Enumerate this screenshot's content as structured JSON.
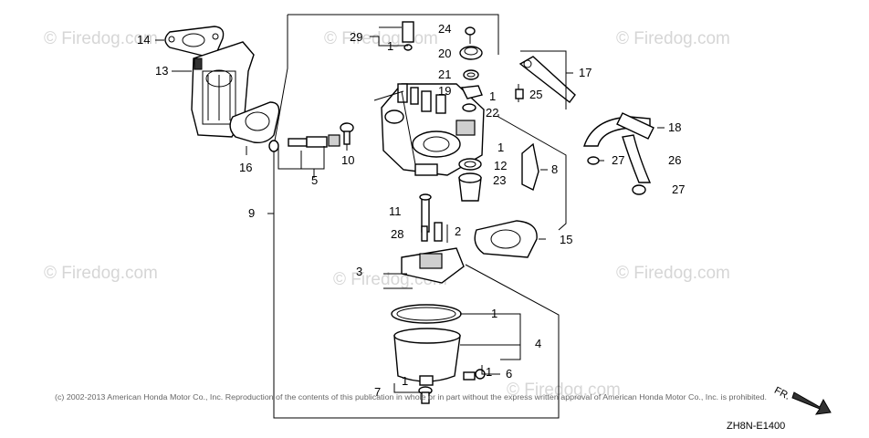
{
  "watermark": {
    "text": "© Firedog.com",
    "copies": [
      "© Firedog.com",
      "© Firedog.com",
      "© Firedog.com",
      "© Firedog.com",
      "© Firedog.com",
      "© Firedog.com",
      "© Firedog.com"
    ]
  },
  "copyright": "(c) 2002-2013 American Honda Motor Co., Inc. Reproduction of the contents of this publication in whole or in part without the express written approval of American Honda Motor Co., Inc. is prohibited.",
  "diagram_code": "ZH8N-E1400",
  "direction_label": "FR.",
  "callouts": {
    "c14": "14",
    "c13": "13",
    "c16": "16",
    "c5": "5",
    "c10": "10",
    "c9": "9",
    "c29": "29",
    "c1a": "1",
    "c24": "24",
    "c20": "20",
    "c21": "21",
    "c19": "19",
    "c1b": "1",
    "c22": "22",
    "c17": "17",
    "c25": "25",
    "c18": "18",
    "c27a": "27",
    "c26": "26",
    "c27b": "27",
    "c1c": "1",
    "c12": "12",
    "c23": "23",
    "c8": "8",
    "c11": "11",
    "c28": "28",
    "c2": "2",
    "c15": "15",
    "c3": "3",
    "c1d": "1",
    "c4": "4",
    "c1e": "1",
    "c6": "6",
    "c7": "7",
    "c1f": "1"
  }
}
